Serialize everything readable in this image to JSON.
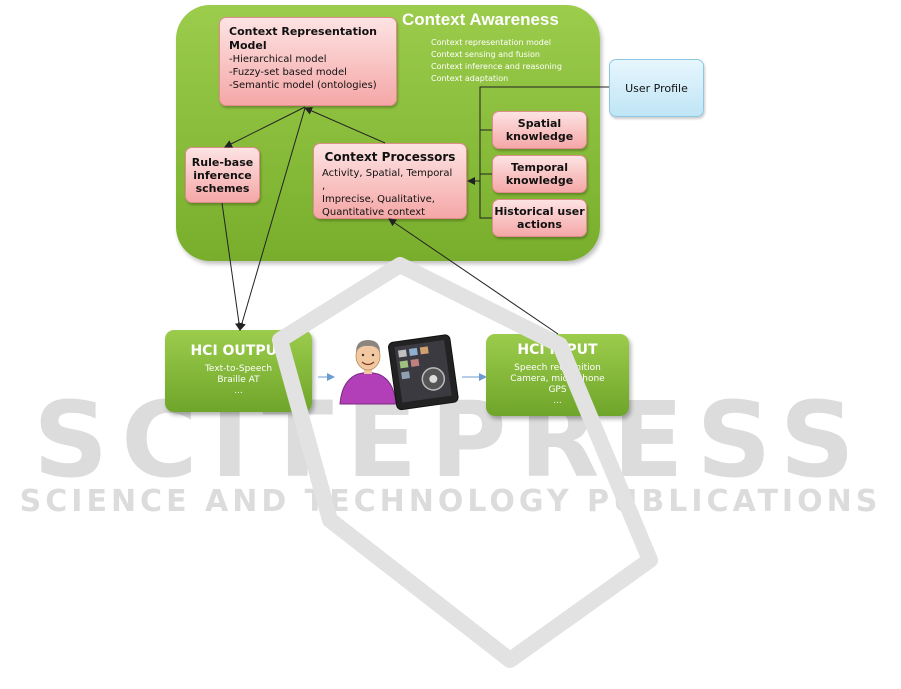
{
  "watermark": {
    "main": "SCITEPRESS",
    "sub": "SCIENCE AND TECHNOLOGY PUBLICATIONS"
  },
  "context_awareness": {
    "title": "Context Awareness",
    "items": [
      "Context representation model",
      "Context sensing and fusion",
      "Context inference and reasoning",
      "Context adaptation"
    ]
  },
  "context_representation": {
    "title": "Context Representation Model",
    "items": [
      "-Hierarchical model",
      "-Fuzzy-set based model",
      "-Semantic model (ontologies)"
    ]
  },
  "rule_base": {
    "lines": [
      "Rule-base",
      "inference",
      "schemes"
    ]
  },
  "context_processors": {
    "title": "Context Processors",
    "lines": [
      "Activity, Spatial, Temporal ,",
      "Imprecise, Qualitative,",
      "Quantitative context"
    ]
  },
  "spatial_knowledge": {
    "lines": [
      "Spatial",
      "knowledge"
    ]
  },
  "temporal_knowledge": {
    "lines": [
      "Temporal",
      "knowledge"
    ]
  },
  "historical_actions": {
    "lines": [
      "Historical user",
      "actions"
    ]
  },
  "user_profile": {
    "label": "User Profile"
  },
  "hci_output": {
    "title": "HCI OUTPUT",
    "lines": [
      "Text-to-Speech",
      "Braille AT",
      "..."
    ]
  },
  "hci_input": {
    "title": "HCI  INPUT",
    "lines": [
      "Speech recognition",
      "Camera, microphone",
      "GPS",
      "..."
    ]
  },
  "colors": {
    "green": "#8cc03c",
    "pink": "#f5a7a7",
    "blue": "#bfe5f6",
    "arrow": "#222222",
    "link_blue": "#6b9bd1"
  }
}
